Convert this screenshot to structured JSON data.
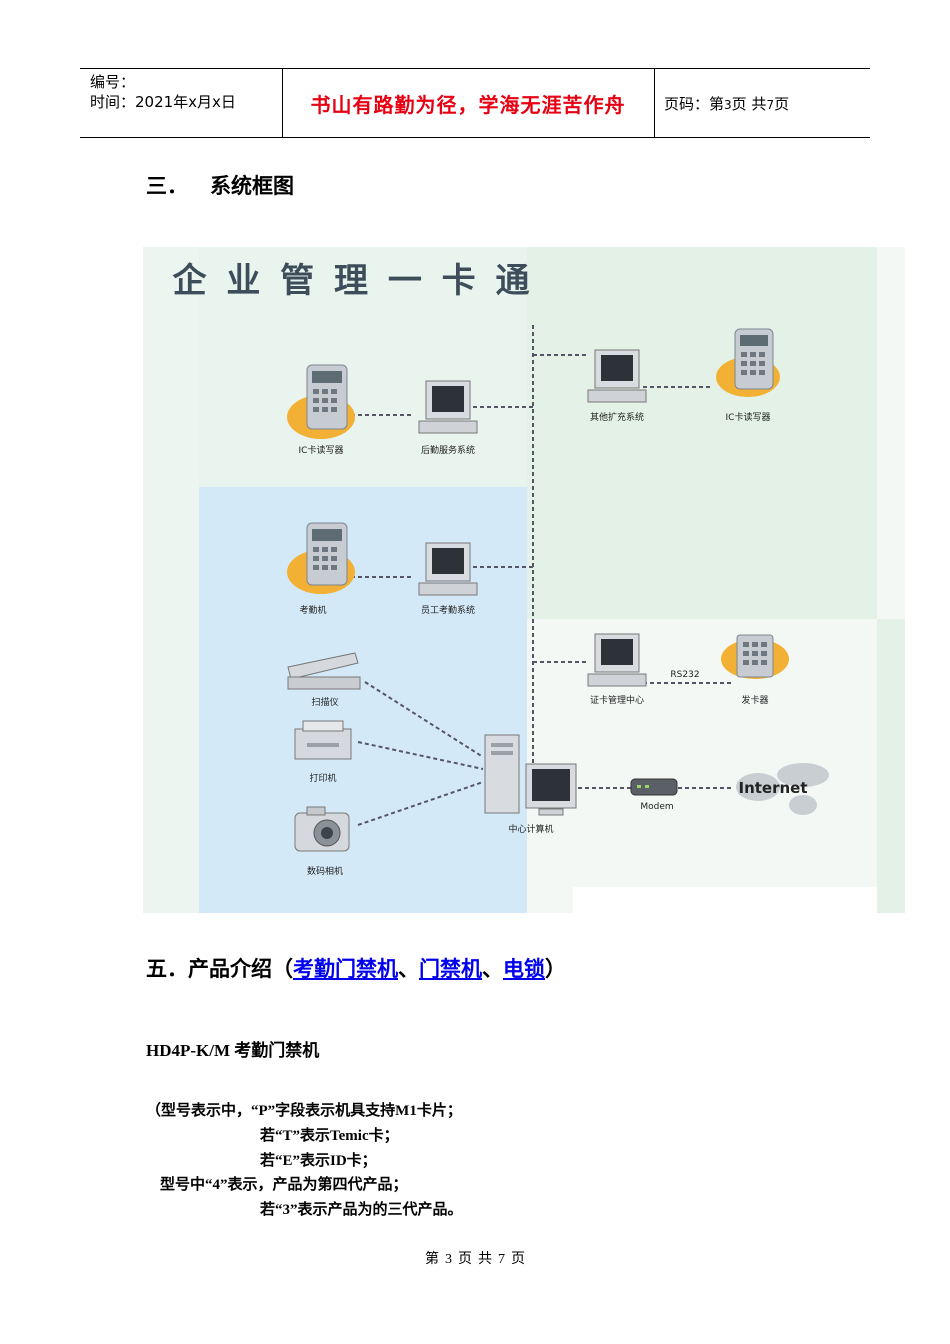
{
  "header": {
    "number_label": "编号：",
    "time_label": "时间：2021年x月x日",
    "motto": "书山有路勤为径，学海无涯苦作舟",
    "page_prefix": "页码：第",
    "page_current": "3",
    "page_middle": "页  共",
    "page_total": "7",
    "page_suffix": "页"
  },
  "section3": {
    "number": "三．",
    "title": "系统框图"
  },
  "diagram": {
    "title": "企 业 管 理 一 卡 通",
    "labels": {
      "ic_reader_left": "IC卡读写器",
      "attendance_service": "后勤服务系统",
      "other_ext": "其他扩充系统",
      "ic_reader_right": "IC卡读写器",
      "attendance_machine": "考勤机",
      "staff_attendance": "员工考勤系统",
      "card_center": "证卡管理中心",
      "card_issuer": "发卡器",
      "rs232": "RS232",
      "scanner": "扫描仪",
      "printer": "打印机",
      "camera": "数码相机",
      "central_computer": "中心计算机",
      "modem": "Modem",
      "internet": "Internet"
    },
    "colors": {
      "left_panel": "#d3e9f8",
      "right_panel": "#e3f1e6",
      "title": "#3d4e5a"
    }
  },
  "section5": {
    "prefix": "五．产品介绍（",
    "links": [
      "考勤门禁机",
      "门禁机",
      "电锁"
    ],
    "sep": "、",
    "suffix": "）"
  },
  "product": {
    "model": "HD4P-K/M 考勤门禁机",
    "notes": [
      "（型号表示中，“P”字段表示机具支持M1卡片；",
      "若“T”表示Temic卡；",
      "若“E”表示ID卡；",
      "型号中“4”表示，产品为第四代产品；",
      "若“3”表示产品为的三代产品。"
    ]
  },
  "footer": {
    "a": "第",
    "page": "3",
    "b": "页",
    "c": "共",
    "total": "7",
    "d": "页"
  }
}
